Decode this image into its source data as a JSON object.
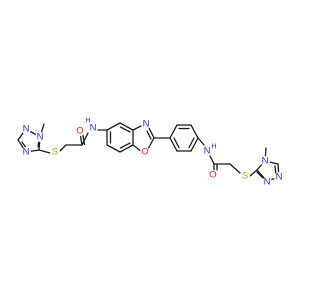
{
  "molecule": {
    "colors": {
      "N": "#2a2af0",
      "S": "#b5a400",
      "O": "#e11b1b",
      "C": "#1a1a1a"
    },
    "atoms": [
      {
        "id": "A1",
        "element": "N",
        "label": "N"
      },
      {
        "id": "A2",
        "element": "N",
        "label": "N"
      },
      {
        "id": "A3",
        "element": "N",
        "label": "N"
      },
      {
        "id": "A4",
        "element": "S",
        "label": "S"
      },
      {
        "id": "A5",
        "element": "O",
        "label": "O"
      },
      {
        "id": "A6",
        "element": "N",
        "label": "N"
      },
      {
        "id": "A7",
        "element": "H",
        "label": "H"
      },
      {
        "id": "A8",
        "element": "N",
        "label": "N"
      },
      {
        "id": "A9",
        "element": "O",
        "label": "O"
      },
      {
        "id": "A10",
        "element": "N",
        "label": "N"
      },
      {
        "id": "A11",
        "element": "H",
        "label": "H"
      },
      {
        "id": "A12",
        "element": "O",
        "label": "O"
      },
      {
        "id": "A13",
        "element": "S",
        "label": "S"
      },
      {
        "id": "A14",
        "element": "N",
        "label": "N"
      },
      {
        "id": "A15",
        "element": "N",
        "label": "N"
      },
      {
        "id": "A16",
        "element": "N",
        "label": "N"
      }
    ]
  }
}
